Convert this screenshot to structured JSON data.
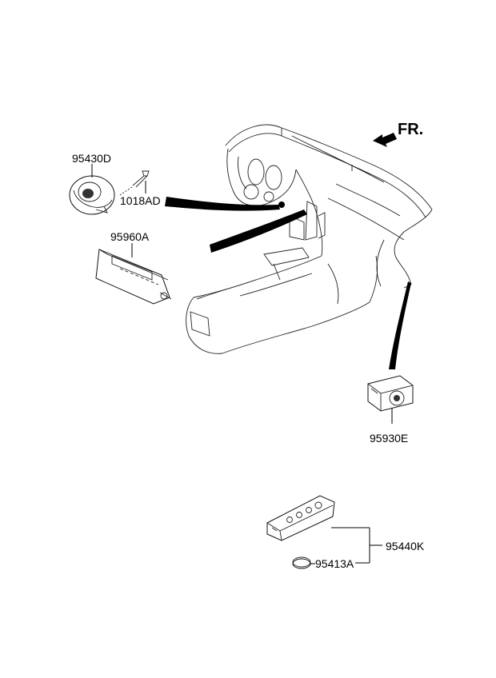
{
  "direction": {
    "label": "FR."
  },
  "parts": [
    {
      "id": "p1",
      "number": "95430D"
    },
    {
      "id": "p2",
      "number": "1018AD"
    },
    {
      "id": "p3",
      "number": "95960A"
    },
    {
      "id": "p4",
      "number": "95930E"
    },
    {
      "id": "p5",
      "number": "95440K"
    },
    {
      "id": "p6",
      "number": "95413A"
    }
  ]
}
